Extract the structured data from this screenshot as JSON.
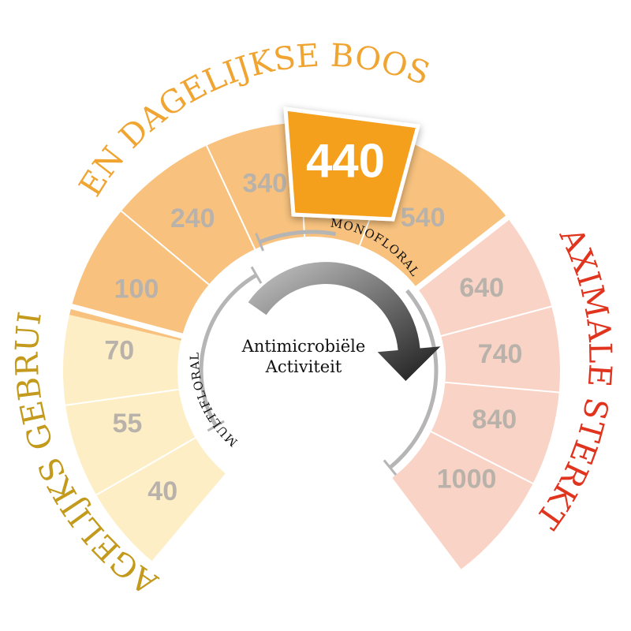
{
  "titles": {
    "daily_boost": "EEN DAGELIJKSE BOOST",
    "daily_use": "DAGELIJKS GEBRUIK",
    "max_strength": "MAXIMALE STERKTE"
  },
  "bands": {
    "monofloral": "MONOFLORAL",
    "multifloral": "MULTIFLORAL"
  },
  "center": {
    "line1": "Antimicrobiële",
    "line2": "Activiteit"
  },
  "groups": {
    "daily_use": {
      "values": [
        "40",
        "55",
        "70"
      ],
      "color": "#fdeec6"
    },
    "daily_boost": {
      "values": [
        "100",
        "240",
        "340",
        "440",
        "540"
      ],
      "color": "#f8c27e"
    },
    "max_strength": {
      "values": [
        "640",
        "740",
        "840",
        "1000"
      ],
      "color": "#f9d3c6"
    }
  },
  "highlight": {
    "value": "440",
    "color": "#f5a01e"
  },
  "colors": {
    "daily_boost_title": "#f0a431",
    "daily_use_title": "#c39a1c",
    "max_strength_title": "#e0341e",
    "arrow_dark": "#1a1a1a",
    "arrow_light": "#c9c9c9",
    "band": "#b5b5b5",
    "segment_text": "#b9b2aa"
  }
}
